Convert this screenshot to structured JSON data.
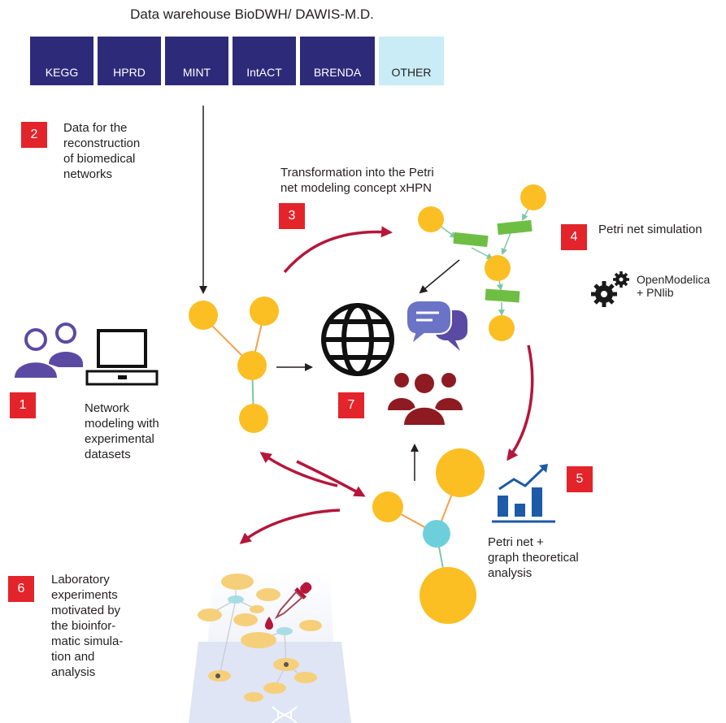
{
  "title": "Data warehouse BioDWH/ DAWIS-M.D.",
  "databases": [
    "KEGG",
    "HPRD",
    "MINT",
    "IntACT",
    "BRENDA",
    "OTHER"
  ],
  "steps": [
    {
      "number": "1",
      "text": "Network\nmodeling with\nexperimental\ndatasets"
    },
    {
      "number": "2",
      "text": "Data for the\nreconstruction\nof biomedical\nnetworks"
    },
    {
      "number": "3",
      "text": "Transformation into the Petri\nnet modeling concept xHPN"
    },
    {
      "number": "4",
      "text": "Petri net simulation"
    },
    {
      "number": "5",
      "text": "Petri net +\ngraph theoretical\nanalysis"
    },
    {
      "number": "6",
      "text": "Laboratory\nexperiments\nmotivated by\nthe bioinfor-\nmatic simula-\ntion and\nanalysis"
    },
    {
      "number": "7",
      "text": ""
    }
  ],
  "tool_label": "OpenModelica\n+ PNlib",
  "colors": {
    "node_yellow": "#fbbf24",
    "node_cyan": "#6ecfdc",
    "transition_green": "#6fbe44",
    "arc_red": "#b5163a",
    "db_blue": "#2e2a7a",
    "db_other": "#c9ecf6",
    "badge_red": "#e3242b",
    "icon_purple": "#5b4aa3",
    "icon_blue": "#1d5aa8",
    "people_red": "#8e1b22"
  },
  "icons": [
    "users-icon",
    "laptop-icon",
    "globe-icon",
    "chat-bubbles-icon",
    "people-group-icon",
    "gears-icon",
    "bar-chart-icon",
    "pipette-icon",
    "dna-icon"
  ]
}
